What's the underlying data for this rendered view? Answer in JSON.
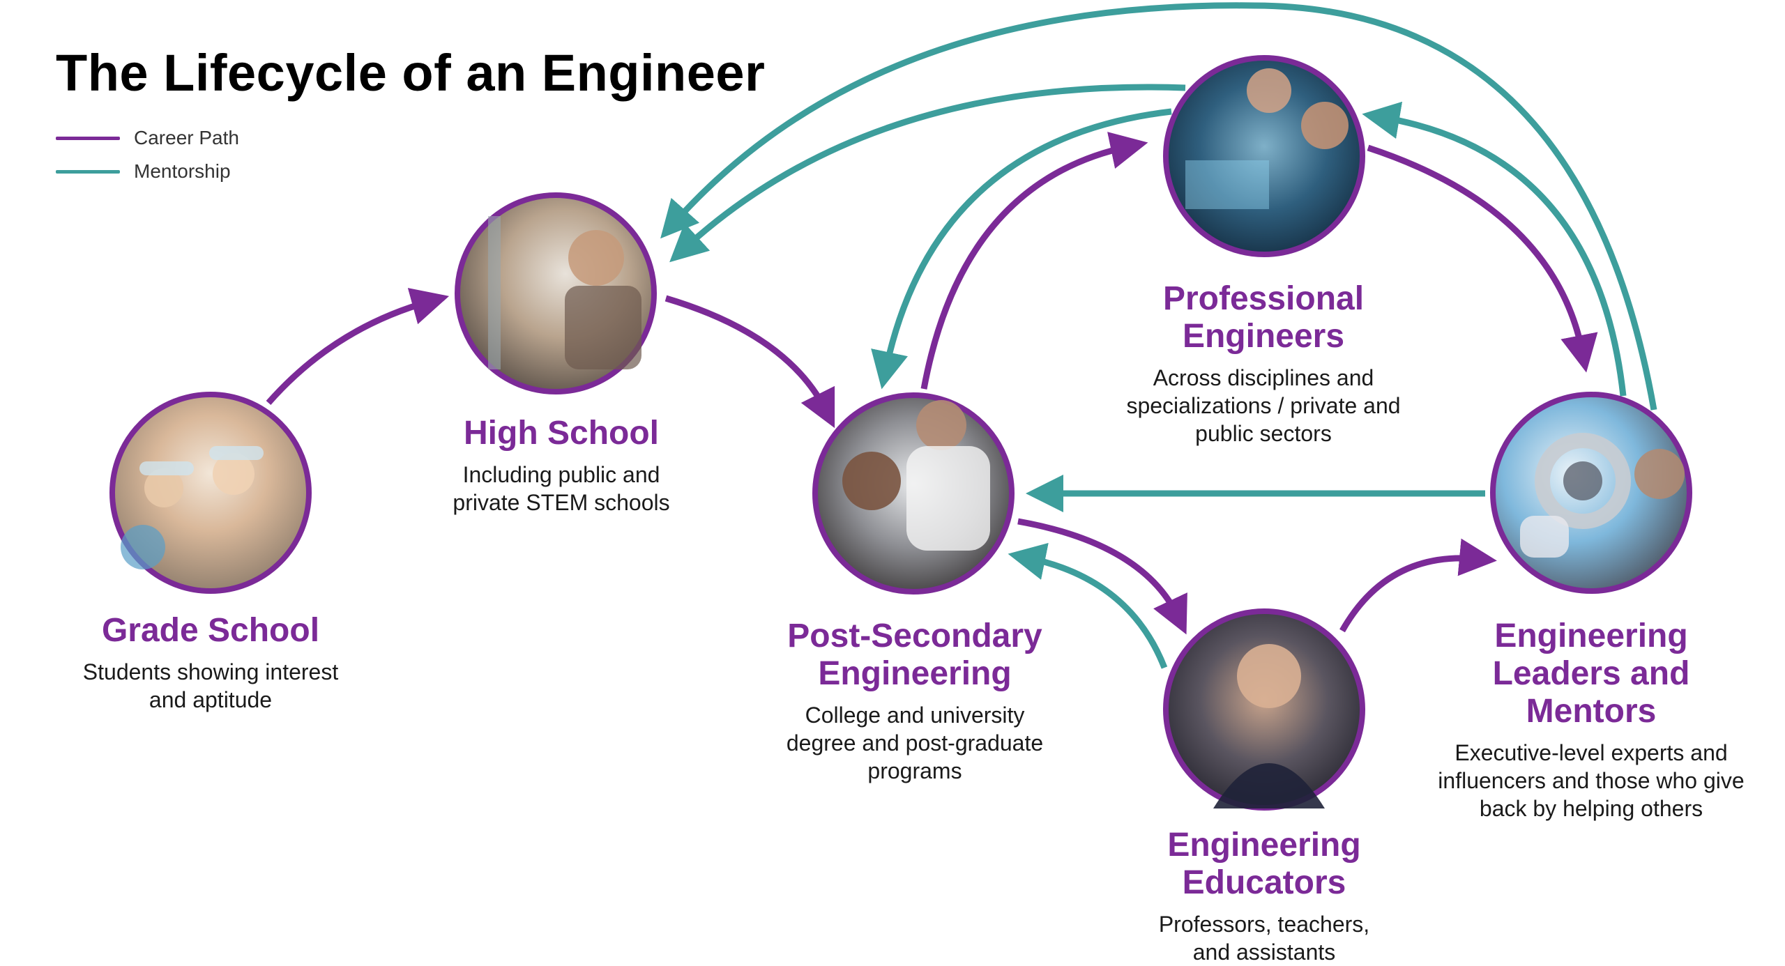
{
  "title": "The Lifecycle of an Engineer",
  "legend": [
    {
      "label": "Career Path",
      "color": "#7b2a97"
    },
    {
      "label": "Mentorship",
      "color": "#3d9e9c"
    }
  ],
  "colors": {
    "career": "#7b2a97",
    "mentorship": "#3d9e9c",
    "title_text": "#7b2a97"
  },
  "nodes": {
    "grade_school": {
      "title": "Grade School",
      "description": "Students showing interest and aptitude",
      "photo": "children-with-safety-goggles"
    },
    "high_school": {
      "title": "High School",
      "description": "Including public and private STEM schools",
      "photo": "student-assembling-robot"
    },
    "post_secondary": {
      "title": "Post-Secondary Engineering",
      "description": "College and university degree and post-graduate programs",
      "photo": "two-students-at-computer"
    },
    "professional": {
      "title": "Professional Engineers",
      "description": "Across disciplines and specializations / private and public sectors",
      "photo": "engineers-at-workstation"
    },
    "educators": {
      "title": "Engineering Educators",
      "description": "Professors, teachers, and assistants",
      "photo": "professor-portrait"
    },
    "leaders": {
      "title": "Engineering Leaders and Mentors",
      "description": "Executive-level experts and influencers and those who give back by helping others",
      "photo": "engineer-inspecting-bearing"
    }
  }
}
